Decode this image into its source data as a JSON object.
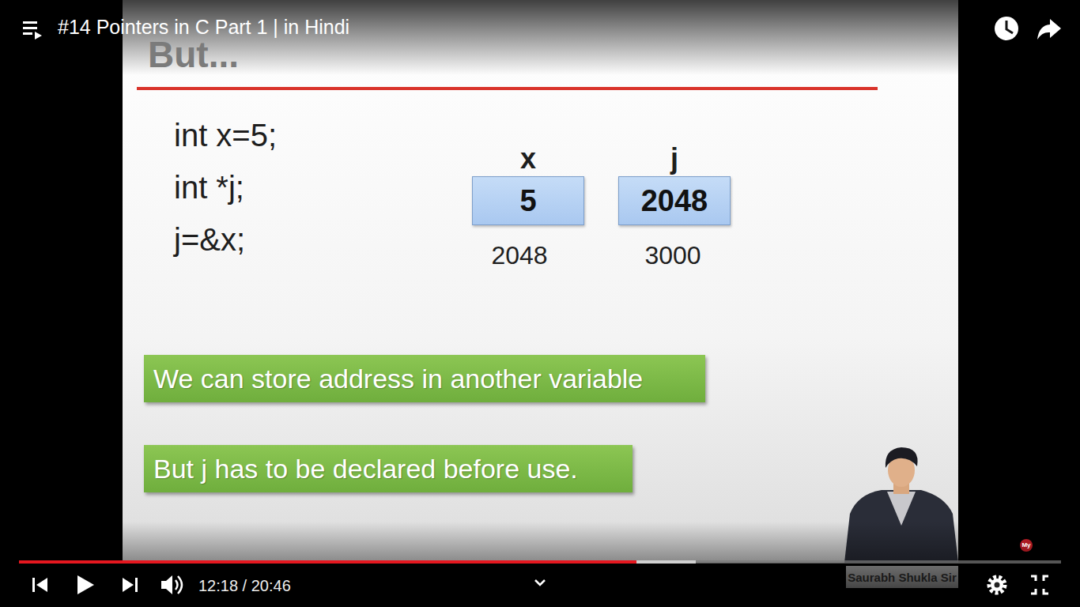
{
  "diagram": {
    "title": "But...",
    "nodes": [
      {
        "text": [
          "x",
          "5"
        ]
      },
      {
        "text": [
          "j",
          "2048"
        ]
      },
      {
        "text": [
          "We can store address in another variable"
        ]
      },
      {
        "text": [
          "But j has to be declared before use."
        ]
      }
    ],
    "labels": [
      "#14 Pointers in C Part 1 | in Hindi",
      "int x=5;",
      "int *j;",
      "j=&x;",
      "2048",
      "3000",
      "12:18 / 20:46",
      "Saurabh Shukla Sir",
      "My"
    ]
  }
}
